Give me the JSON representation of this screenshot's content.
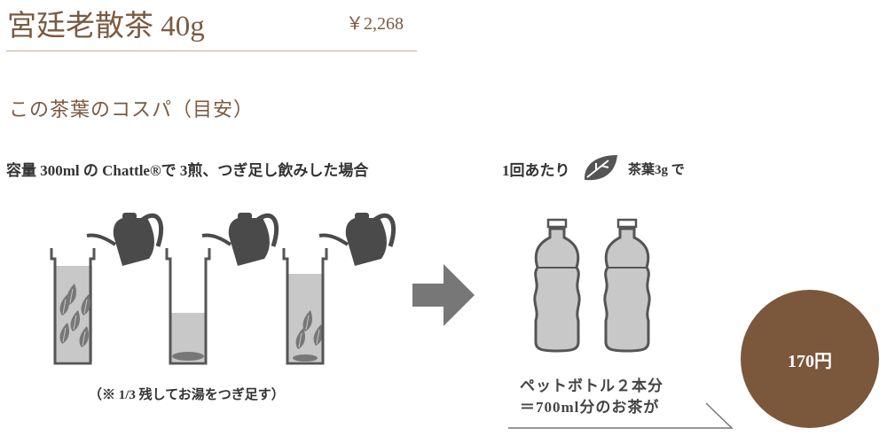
{
  "product": {
    "title": "宮廷老散茶 40g",
    "price": "￥2,268"
  },
  "section": {
    "title": "この茶葉のコスパ（目安）"
  },
  "condition": {
    "left": "容量 300ml の Chattle®で 3煎、つぎ足し飲みした場合",
    "per_use_prefix": "1回あたり",
    "per_use_suffix": "茶葉3g で"
  },
  "illustration": {
    "caption": "（※ 1/3 残してお湯をつぎ足す）",
    "icons": [
      "kettle-icon",
      "glass-icon",
      "tea-leaf-icon",
      "arrow-right-icon",
      "pet-bottle-icon"
    ]
  },
  "result": {
    "line1": "ペットボトル２本分",
    "line2": "＝700ml分のお茶が",
    "cost": "170円"
  },
  "colors": {
    "brand": "#7b573b",
    "gray": "#4a4a4a",
    "liquid": "#c8c8c8"
  }
}
